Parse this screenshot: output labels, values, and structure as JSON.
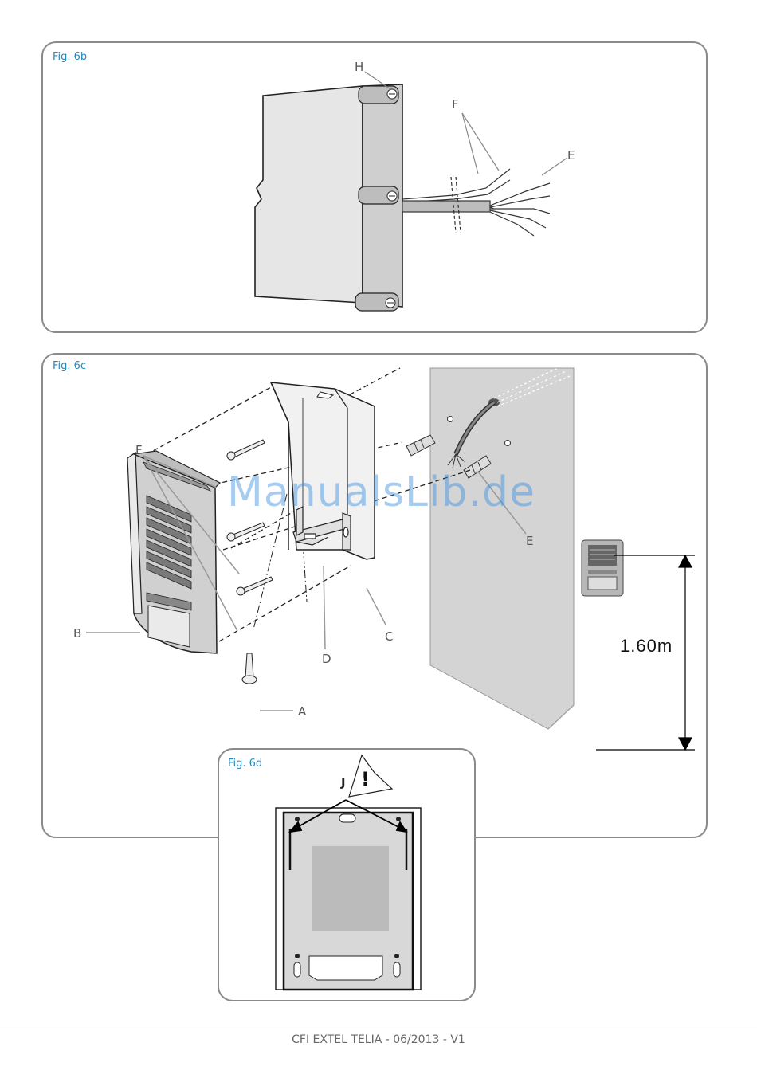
{
  "figures": {
    "fig6b": {
      "title": "Fig. 6b",
      "labels": {
        "h": "H",
        "f": "F",
        "e": "E"
      }
    },
    "fig6c": {
      "title": "Fig. 6c",
      "labels": {
        "f": "F",
        "b": "B",
        "d": "D",
        "c": "C",
        "a": "A",
        "e": "E"
      },
      "height_label": "1.60m"
    },
    "fig6d": {
      "title": "Fig. 6d",
      "labels": {
        "j": "J"
      },
      "warning_glyph": "!"
    }
  },
  "watermark": "ManualsLib.de",
  "footer": {
    "text": "CFI EXTEL  TELIA - 06/2013 - V1"
  },
  "icons": [
    "warning-triangle-icon",
    "screw-icon",
    "wall-plug-icon",
    "intercom-unit-icon"
  ]
}
